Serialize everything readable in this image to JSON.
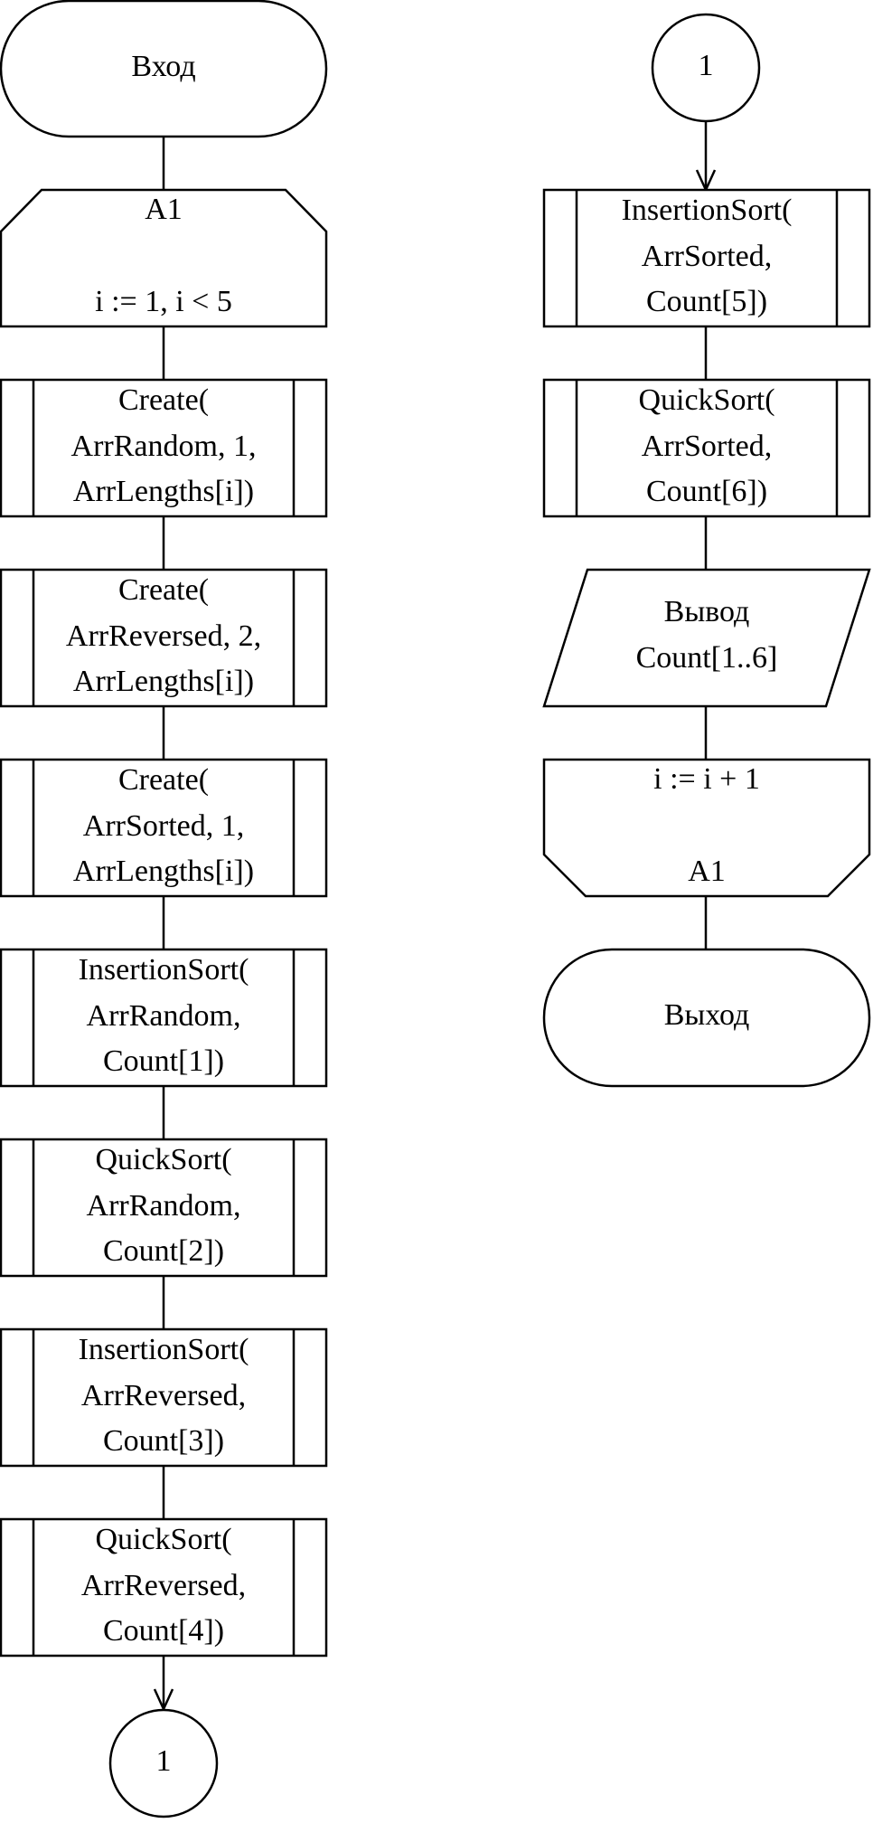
{
  "flowchart": {
    "left": {
      "start": "Вход",
      "loop_begin": {
        "name": "A1",
        "condition": "i := 1, i < 5"
      },
      "steps": [
        {
          "line1": "Create(",
          "line2": "ArrRandom, 1,",
          "line3": "ArrLengths[i])"
        },
        {
          "line1": "Create(",
          "line2": "ArrReversed, 2,",
          "line3": "ArrLengths[i])"
        },
        {
          "line1": "Create(",
          "line2": "ArrSorted, 1,",
          "line3": "ArrLengths[i])"
        },
        {
          "line1": "InsertionSort(",
          "line2": "ArrRandom,",
          "line3": "Count[1])"
        },
        {
          "line1": "QuickSort(",
          "line2": "ArrRandom,",
          "line3": "Count[2])"
        },
        {
          "line1": "InsertionSort(",
          "line2": "ArrReversed,",
          "line3": "Count[3])"
        },
        {
          "line1": "QuickSort(",
          "line2": "ArrReversed,",
          "line3": "Count[4])"
        }
      ],
      "connector": "1"
    },
    "right": {
      "connector": "1",
      "steps": [
        {
          "line1": "InsertionSort(",
          "line2": "ArrSorted,",
          "line3": "Count[5])"
        },
        {
          "line1": "QuickSort(",
          "line2": "ArrSorted,",
          "line3": "Count[6])"
        }
      ],
      "output": {
        "line1": "Вывод",
        "line2": "Count[1..6]"
      },
      "loop_end": {
        "update": "i := i + 1",
        "name": "A1"
      },
      "end": "Выход"
    }
  }
}
